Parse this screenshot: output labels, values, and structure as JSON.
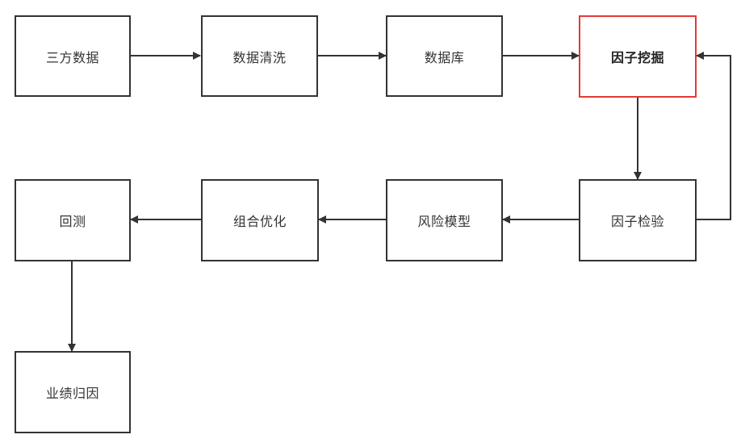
{
  "nodes": {
    "third_party_data": "三方数据",
    "data_cleaning": "数据清洗",
    "database": "数据库",
    "factor_mining": "因子挖掘",
    "factor_testing": "因子检验",
    "risk_model": "风险模型",
    "portfolio_optimization": "组合优化",
    "backtest": "回测",
    "performance_attribution": "业绩归因"
  },
  "edges": [
    {
      "from": "third_party_data",
      "to": "data_cleaning"
    },
    {
      "from": "data_cleaning",
      "to": "database"
    },
    {
      "from": "database",
      "to": "factor_mining"
    },
    {
      "from": "factor_mining",
      "to": "factor_testing"
    },
    {
      "from": "factor_testing",
      "to": "factor_mining"
    },
    {
      "from": "factor_testing",
      "to": "risk_model"
    },
    {
      "from": "risk_model",
      "to": "portfolio_optimization"
    },
    {
      "from": "portfolio_optimization",
      "to": "backtest"
    },
    {
      "from": "backtest",
      "to": "performance_attribution"
    }
  ],
  "colors": {
    "stroke": "#333333",
    "highlight": "#e53935"
  }
}
